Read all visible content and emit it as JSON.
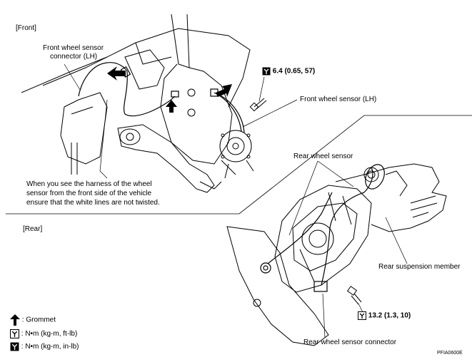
{
  "sections": {
    "front": "[Front]",
    "rear": "[Rear]"
  },
  "labels": {
    "front_connector_line1": "Front wheel sensor",
    "front_connector_line2": "connector (LH)",
    "front_sensor": "Front wheel sensor  (LH)",
    "torque_front": "6.4 (0.65, 57)",
    "note_line1": "When you see the harness of the wheel",
    "note_line2": "sensor from the front side of the vehicle",
    "note_line3": "ensure that the white lines are not twisted.",
    "rear_sensor": "Rear wheel sensor",
    "rear_suspension": "Rear suspension member",
    "rear_connector": "Rear wheel sensor connector",
    "torque_rear": "13.2 (1.3, 10)"
  },
  "legend": {
    "grommet": ": Grommet",
    "torque_ftlb": ":  N•m  (kg-m,  ft-lb)",
    "torque_inlb": ":  N•m  (kg-m,  in-lb)"
  },
  "figure_code": "PFIA0600E",
  "icons": {
    "arrow": "grommet-arrow-icon",
    "torque_ftlb": "torque-wrench-ftlb-icon",
    "torque_inlb": "torque-wrench-inlb-icon"
  }
}
